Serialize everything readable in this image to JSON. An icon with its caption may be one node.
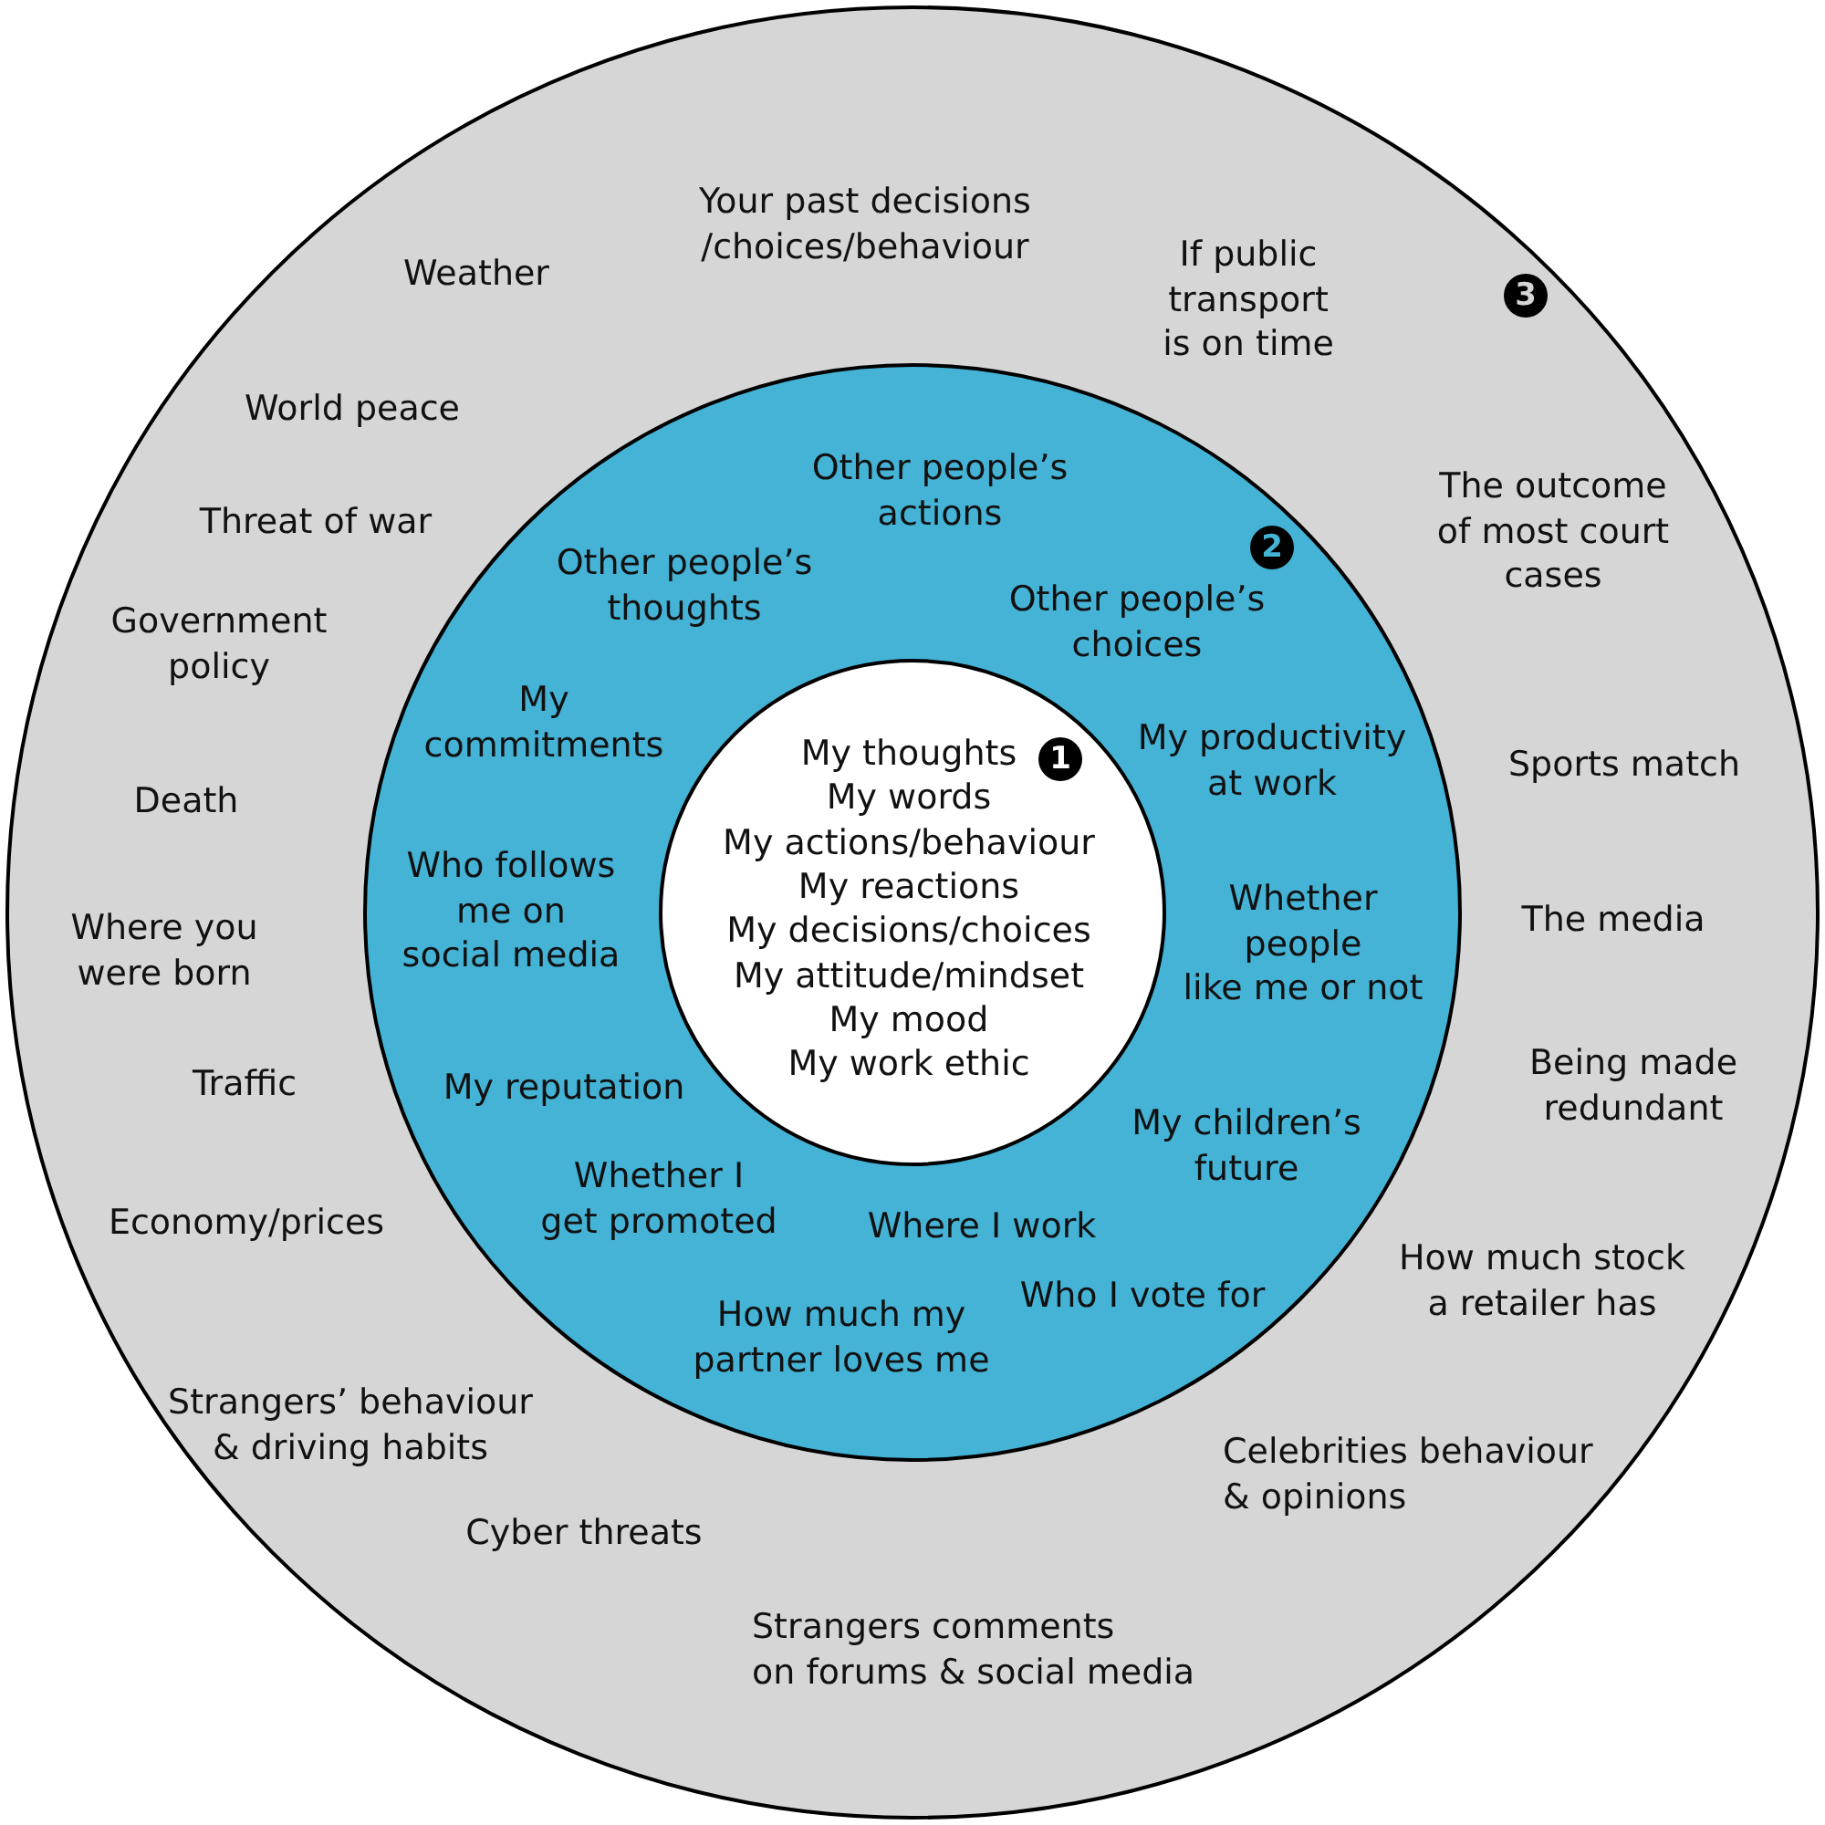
{
  "diagram": {
    "nodes": [
      {
        "text": [
          "Your past decisions /choices/behaviour",
          "Weather",
          "If public transport is on time",
          "World peace",
          "Threat of war",
          "The outcome of most court cases",
          "Government policy",
          "Sports match",
          "Death",
          "The media",
          "Where you were born",
          "Traffic",
          "Being made redundant",
          "Economy/prices",
          "How much stock a retailer has",
          "Strangers’ behaviour & driving habits",
          "Celebrities behaviour & opinions",
          "Cyber threats",
          "Strangers comments on forums & social media"
        ]
      },
      {
        "text": [
          "3"
        ],
        "in": 0
      },
      {
        "text": [
          "Other people’s actions",
          "Other people’s thoughts",
          "Other people’s choices",
          "My commitments",
          "My productivity at work",
          "Who follows me on social media",
          "Whether people like me or not",
          "My reputation",
          "My children’s future",
          "Whether I get promoted",
          "Where I work",
          "Who I vote for",
          "How much my partner loves me"
        ],
        "in": 0
      },
      {
        "text": [
          "2"
        ],
        "in": 2
      },
      {
        "text": [
          "My thoughts",
          "My words",
          "My actions/behaviour",
          "My reactions",
          "My decisions/choices",
          "My attitude/mindset",
          "My mood",
          "My work ethic"
        ],
        "in": 2
      },
      {
        "text": [
          "1"
        ],
        "in": 4
      }
    ]
  }
}
